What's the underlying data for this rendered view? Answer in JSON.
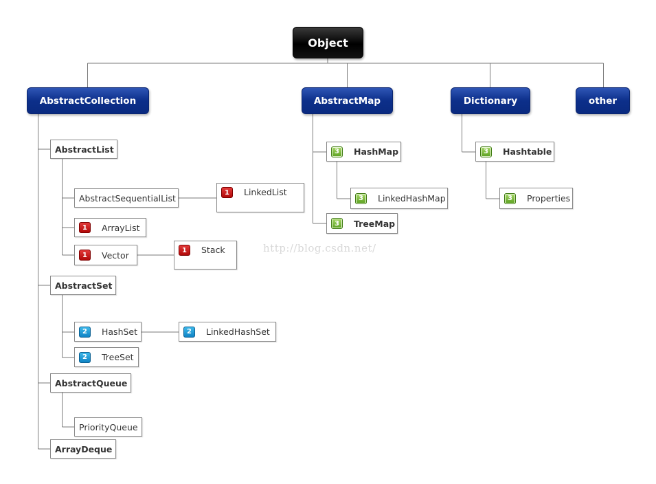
{
  "root": {
    "label": "Object"
  },
  "abstract_collection": {
    "label": "AbstractCollection",
    "abstract_list": {
      "label": "AbstractList",
      "abstract_sequential_list": "AbstractSequentialList",
      "linked_list": {
        "label": "LinkedList",
        "badge": "1"
      },
      "array_list": {
        "label": "ArrayList",
        "badge": "1"
      },
      "vector": {
        "label": "Vector",
        "badge": "1"
      },
      "stack": {
        "label": "Stack",
        "badge": "1"
      }
    },
    "abstract_set": {
      "label": "AbstractSet",
      "hash_set": {
        "label": "HashSet",
        "badge": "2"
      },
      "linked_hash_set": {
        "label": "LinkedHashSet",
        "badge": "2"
      },
      "tree_set": {
        "label": "TreeSet",
        "badge": "2"
      }
    },
    "abstract_queue": {
      "label": "AbstractQueue",
      "priority_queue": "PriorityQueue"
    },
    "array_deque": "ArrayDeque"
  },
  "abstract_map": {
    "label": "AbstractMap",
    "hash_map": {
      "label": "HashMap",
      "badge": "3"
    },
    "linked_hash_map": {
      "label": "LinkedHashMap",
      "badge": "3"
    },
    "tree_map": {
      "label": "TreeMap",
      "badge": "3"
    }
  },
  "dictionary": {
    "label": "Dictionary",
    "hashtable": {
      "label": "Hashtable",
      "badge": "3"
    },
    "properties": {
      "label": "Properties",
      "badge": "3"
    }
  },
  "other": {
    "label": "other"
  },
  "watermark": "http://blog.csdn.net/",
  "colors": {
    "root_bg": "#000000",
    "category_bg": "#0c2f8a",
    "badge_1": "#c81010",
    "badge_2": "#1496d6",
    "badge_3": "#6db52e",
    "connector": "#7a7a7a"
  }
}
